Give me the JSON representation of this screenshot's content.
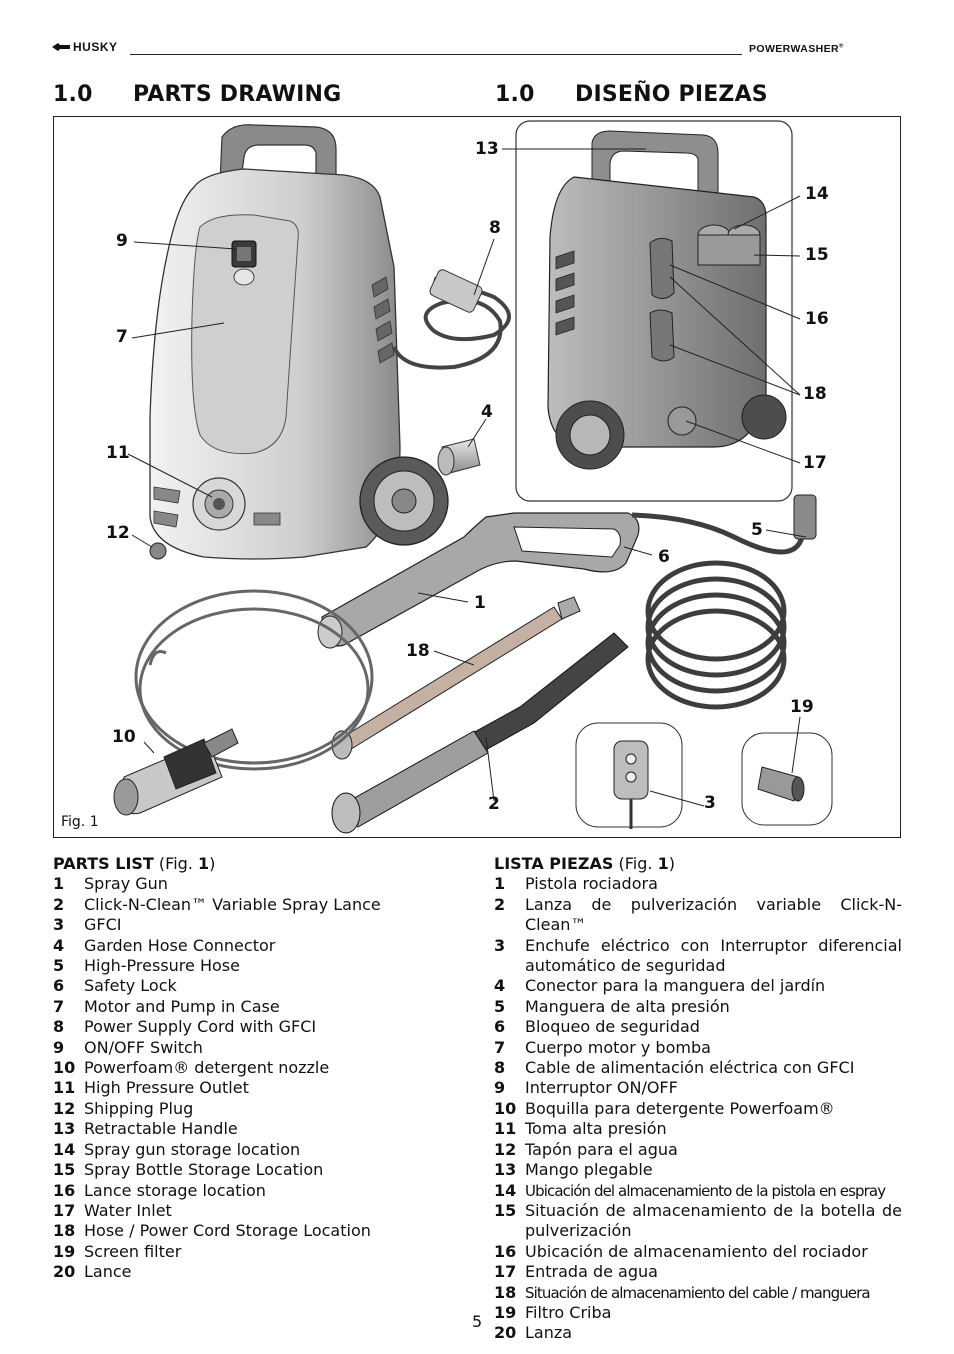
{
  "header": {
    "brand": "HUSKY",
    "product": "POWERWASHER",
    "product_mark": "®"
  },
  "titles": {
    "left_num": "1.0",
    "left": "PARTS DRAWING",
    "right_num": "1.0",
    "right": "DISEÑO PIEZAS"
  },
  "figure": {
    "caption": "Fig. 1",
    "callouts": [
      "9",
      "7",
      "11",
      "12",
      "8",
      "4",
      "13",
      "14",
      "15",
      "16",
      "18",
      "17",
      "5",
      "6",
      "1",
      "18",
      "10",
      "19",
      "2",
      "3"
    ]
  },
  "parts_list_en": {
    "heading_bold": "PARTS LIST",
    "heading_rest": " (Fig. ",
    "heading_fig": "1",
    "heading_close": ")",
    "items": [
      {
        "n": "1",
        "t": "Spray Gun"
      },
      {
        "n": "2",
        "t": "Click-N-Clean™ Variable Spray Lance"
      },
      {
        "n": "3",
        "t": "GFCI"
      },
      {
        "n": "4",
        "t": "Garden Hose Connector"
      },
      {
        "n": "5",
        "t": "High-Pressure Hose"
      },
      {
        "n": "6",
        "t": "Safety Lock"
      },
      {
        "n": "7",
        "t": "Motor and Pump in Case"
      },
      {
        "n": "8",
        "t": "Power Supply Cord with GFCI"
      },
      {
        "n": "9",
        "t": "ON/OFF Switch"
      },
      {
        "n": "10",
        "t": "Powerfoam® detergent nozzle"
      },
      {
        "n": "11",
        "t": "High Pressure Outlet"
      },
      {
        "n": "12",
        "t": "Shipping Plug"
      },
      {
        "n": "13",
        "t": "Retractable Handle"
      },
      {
        "n": "14",
        "t": "Spray gun storage location"
      },
      {
        "n": "15",
        "t": "Spray Bottle Storage Location"
      },
      {
        "n": "16",
        "t": "Lance storage location"
      },
      {
        "n": "17",
        "t": "Water Inlet"
      },
      {
        "n": "18",
        "t": "Hose / Power Cord Storage Location"
      },
      {
        "n": "19",
        "t": "Screen filter"
      },
      {
        "n": "20",
        "t": "Lance"
      }
    ]
  },
  "parts_list_es": {
    "heading_bold": "LISTA PIEZAS",
    "heading_rest": " (Fig. ",
    "heading_fig": "1",
    "heading_close": ")",
    "items": [
      {
        "n": "1",
        "t": "Pistola rociadora"
      },
      {
        "n": "2",
        "t": "Lanza de pulverización variable Click-N-Clean™"
      },
      {
        "n": "3",
        "t": "Enchufe eléctrico con Interruptor diferencial automático de seguridad"
      },
      {
        "n": "4",
        "t": "Conector para la manguera del jardín"
      },
      {
        "n": "5",
        "t": "Manguera de alta presión"
      },
      {
        "n": "6",
        "t": "Bloqueo de seguridad"
      },
      {
        "n": "7",
        "t": "Cuerpo motor y bomba"
      },
      {
        "n": "8",
        "t": "Cable de alimentación eléctrica con GFCI"
      },
      {
        "n": "9",
        "t": "Interruptor ON/OFF"
      },
      {
        "n": "10",
        "t": "Boquilla para detergente Powerfoam®"
      },
      {
        "n": "11",
        "t": "Toma alta presión"
      },
      {
        "n": "12",
        "t": "Tapón para el agua"
      },
      {
        "n": "13",
        "t": "Mango plegable"
      },
      {
        "n": "14",
        "t": "Ubicación del almacenamiento de la pistola en espray"
      },
      {
        "n": "15",
        "t": "Situación de almacenamiento de la botella de pulverización"
      },
      {
        "n": "16",
        "t": "Ubicación de almacenamiento del rociador"
      },
      {
        "n": "17",
        "t": "Entrada de agua"
      },
      {
        "n": "18",
        "t": "Situación de almacenamiento del cable / manguera"
      },
      {
        "n": "19",
        "t": "Filtro Criba"
      },
      {
        "n": "20",
        "t": "Lanza"
      }
    ]
  },
  "page_number": "5"
}
